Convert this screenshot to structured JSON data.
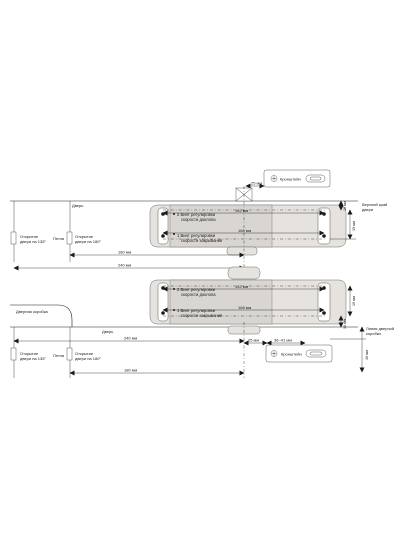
{
  "top": {
    "bracket_label": "Кронштейн",
    "dim_25": "25 мм",
    "door_label": "Дверь",
    "top_edge_label_1": "Верхний край",
    "top_edge_label_2": "двери",
    "screw2_a": "2 Винт регулировки",
    "screw2_b": "скорости доклопа",
    "screw1_a": "1 Винт регулировки",
    "screw1_b": "скорости закрывания",
    "dim_162": "162 мм",
    "dim_168": "168 мм",
    "dim_16": "16 мм",
    "dim_19": "19 мм",
    "open135_a": "Открытие",
    "open135_b": "двери на 135°",
    "hinge": "Петля",
    "open180_a": "Открытие",
    "open180_b": "двери на 180°",
    "dim_180": "180 мм",
    "dim_240": "240 мм"
  },
  "bottom": {
    "frame_label": "Дверная коробка",
    "door_label": "Дверь",
    "screw2_a": "2 Винт регулировки",
    "screw2_b": "скорости доклопа",
    "screw1_a": "1 Винт регулировки",
    "screw1_b": "скорости закрывания",
    "dim_162": "162 мм",
    "dim_168": "168 мм",
    "dim_16": "16 мм",
    "dim_19": "19 мм",
    "frame_line_1": "Линия дверной",
    "frame_line_2": "коробки",
    "dim_46": "46 мм",
    "dim_240": "240 мм",
    "dim_25": "25 мм",
    "dim_36_41": "36~41 мм",
    "bracket_label": "Кронштейн",
    "open135_a": "Открытие",
    "open135_b": "двери на 135°",
    "hinge": "Петля",
    "open180_a": "Открытие",
    "open180_b": "двери на 180°",
    "dim_180": "180 мм"
  }
}
